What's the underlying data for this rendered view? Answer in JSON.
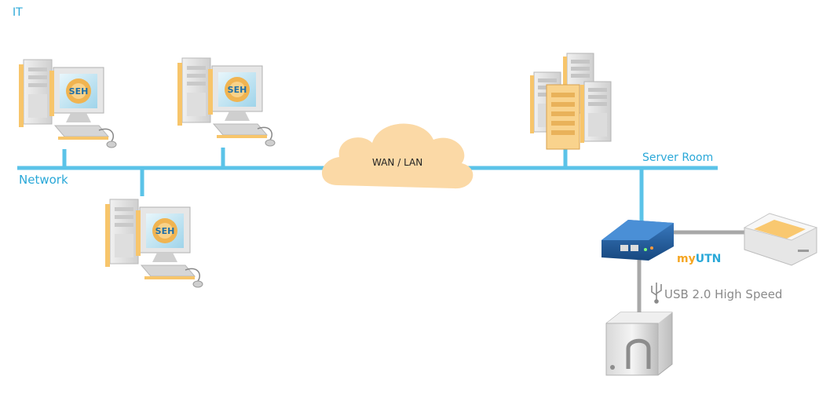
{
  "title": "IT",
  "labels": {
    "network": "Network",
    "cloud": "WAN / LAN",
    "server_room": "Server Room",
    "product_prefix": "my",
    "product_suffix": "UTN",
    "usb": "USB 2.0 High Speed"
  },
  "screen_logo_text": "SEH",
  "colors": {
    "network_line": "#5bc3e8",
    "label_blue": "#2aa8d8",
    "cloud_fill": "#fbd9a6",
    "usb_line": "#a8a8a8",
    "device_blue": "#1f5b9e",
    "accent_orange": "#f5a623"
  },
  "icons": [
    "desktop-computer-icon",
    "cloud-icon",
    "server-cluster-icon",
    "myutn-hub-icon",
    "scanner-icon",
    "external-drive-icon",
    "usb-icon"
  ]
}
